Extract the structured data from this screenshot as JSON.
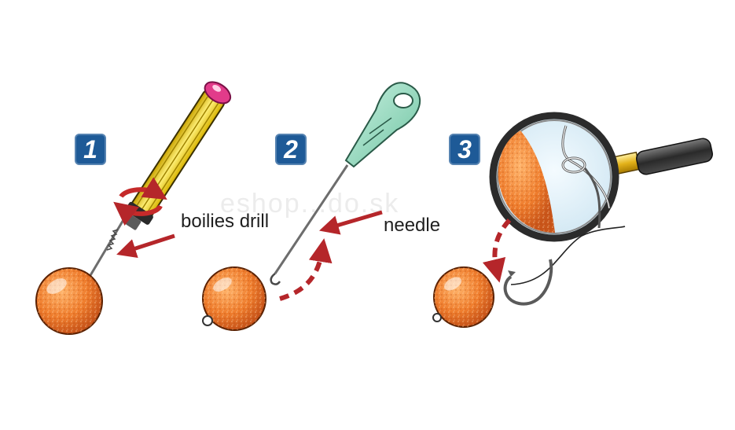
{
  "steps": [
    {
      "number": "1",
      "label": "boilies drill"
    },
    {
      "number": "2",
      "label": "needle"
    },
    {
      "number": "3",
      "label": ""
    }
  ],
  "watermark": "eshop...do.sk",
  "colors": {
    "badge": "#1e5a97",
    "boilie": "#ef7d2d",
    "arrow": "#b5262a",
    "drill_handle": "#f2d21a",
    "needle_handle": "#8fd3b8",
    "magnifier_handle": "#3d3d3d",
    "brass": "#e3b21a"
  },
  "icons": [
    "drill-icon",
    "needle-icon",
    "magnifier-icon",
    "hook-icon",
    "boilie-icon",
    "rotate-arrows-icon"
  ]
}
